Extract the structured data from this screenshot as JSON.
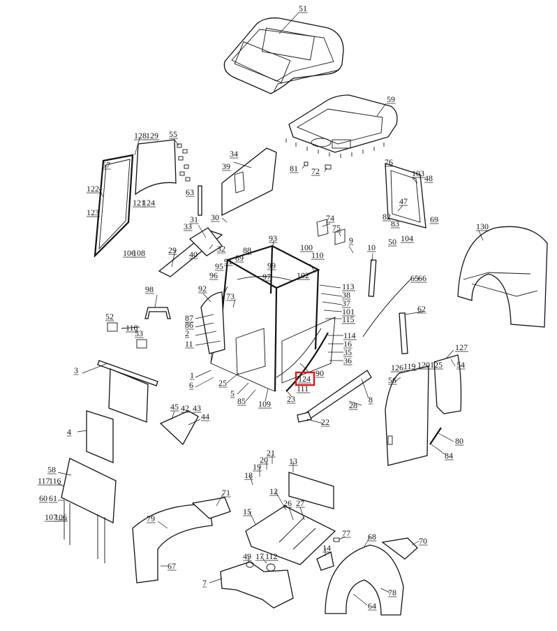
{
  "diagram": {
    "highlight_label": "124",
    "accent_color": "#e0101a",
    "labels": [
      "51",
      "59",
      "128",
      "129",
      "55",
      "57",
      "122",
      "123",
      "121",
      "124",
      "106",
      "108",
      "34",
      "39",
      "63",
      "31",
      "33",
      "30",
      "29",
      "32",
      "40",
      "81",
      "72",
      "76",
      "103",
      "48",
      "47",
      "82",
      "83",
      "50",
      "104",
      "69",
      "74",
      "75",
      "9",
      "10",
      "93",
      "100",
      "110",
      "88",
      "91",
      "89",
      "95",
      "99",
      "96",
      "97",
      "102",
      "113",
      "38",
      "37",
      "101",
      "115",
      "92",
      "73",
      "87",
      "86",
      "2",
      "11",
      "114",
      "16",
      "35",
      "36",
      "98",
      "52",
      "118",
      "53",
      "3",
      "1",
      "6",
      "25",
      "5",
      "85",
      "109",
      "23",
      "90",
      "124",
      "111",
      "65",
      "66",
      "62",
      "130",
      "127",
      "126",
      "119",
      "120",
      "125",
      "54",
      "56",
      "80",
      "84",
      "28",
      "8",
      "22",
      "45",
      "42",
      "43",
      "44",
      "4",
      "58",
      "117",
      "116",
      "60",
      "61",
      "107",
      "106",
      "71",
      "79",
      "67",
      "21",
      "20",
      "19",
      "18",
      "13",
      "12",
      "15",
      "26",
      "27",
      "77",
      "14",
      "68",
      "70",
      "49",
      "17",
      "112",
      "7",
      "78",
      "64"
    ]
  }
}
